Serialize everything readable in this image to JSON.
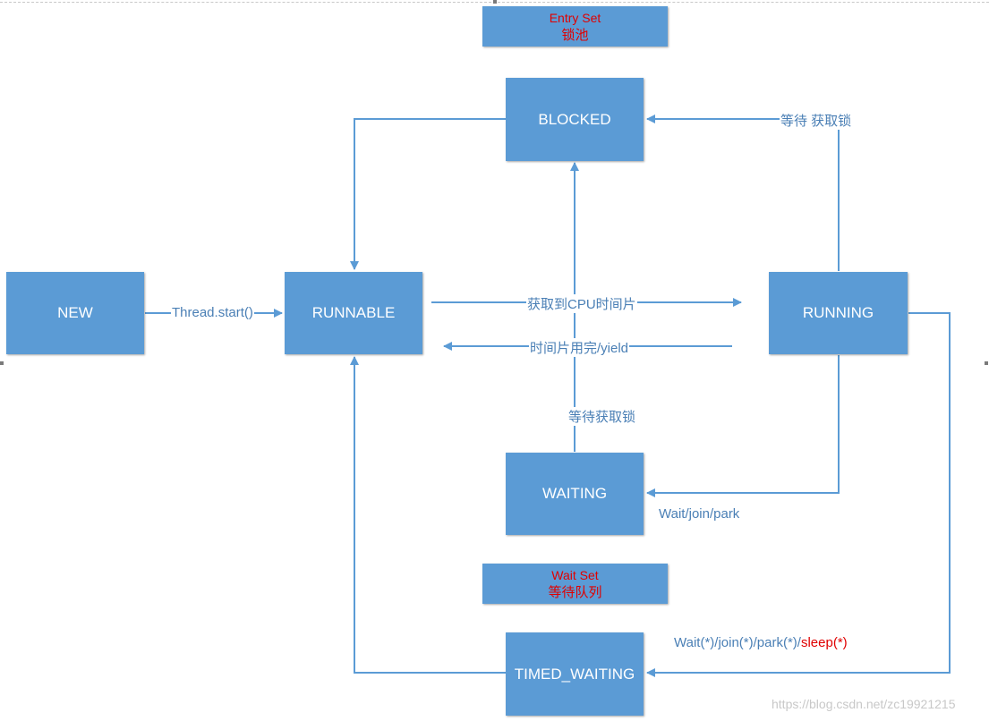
{
  "colors": {
    "box_fill": "#5b9bd5",
    "line": "#5b9bd5",
    "label_text": "#4a7fb5",
    "red_text": "#e00000"
  },
  "entry_set": {
    "title": "Entry Set",
    "subtitle": "锁池"
  },
  "wait_set": {
    "title": "Wait Set",
    "subtitle": "等待队列"
  },
  "states": {
    "new": "NEW",
    "runnable": "RUNNABLE",
    "running": "RUNNING",
    "blocked": "BLOCKED",
    "waiting": "WAITING",
    "timed_waiting": "TIMED_WAITING"
  },
  "transitions": {
    "start": "Thread.start()",
    "get_cpu": "获取到CPU时间片",
    "yield": "时间片用完/yield",
    "wait_lock_top": "等待 获取锁",
    "wait_lock_mid": "等待获取锁",
    "wait_join_park": "Wait/join/park",
    "timed_prefix": "Wait(*)/join(*)/park(*)/",
    "timed_sleep": "sleep(*)"
  },
  "watermark": "https://blog.csdn.net/zc19921215"
}
